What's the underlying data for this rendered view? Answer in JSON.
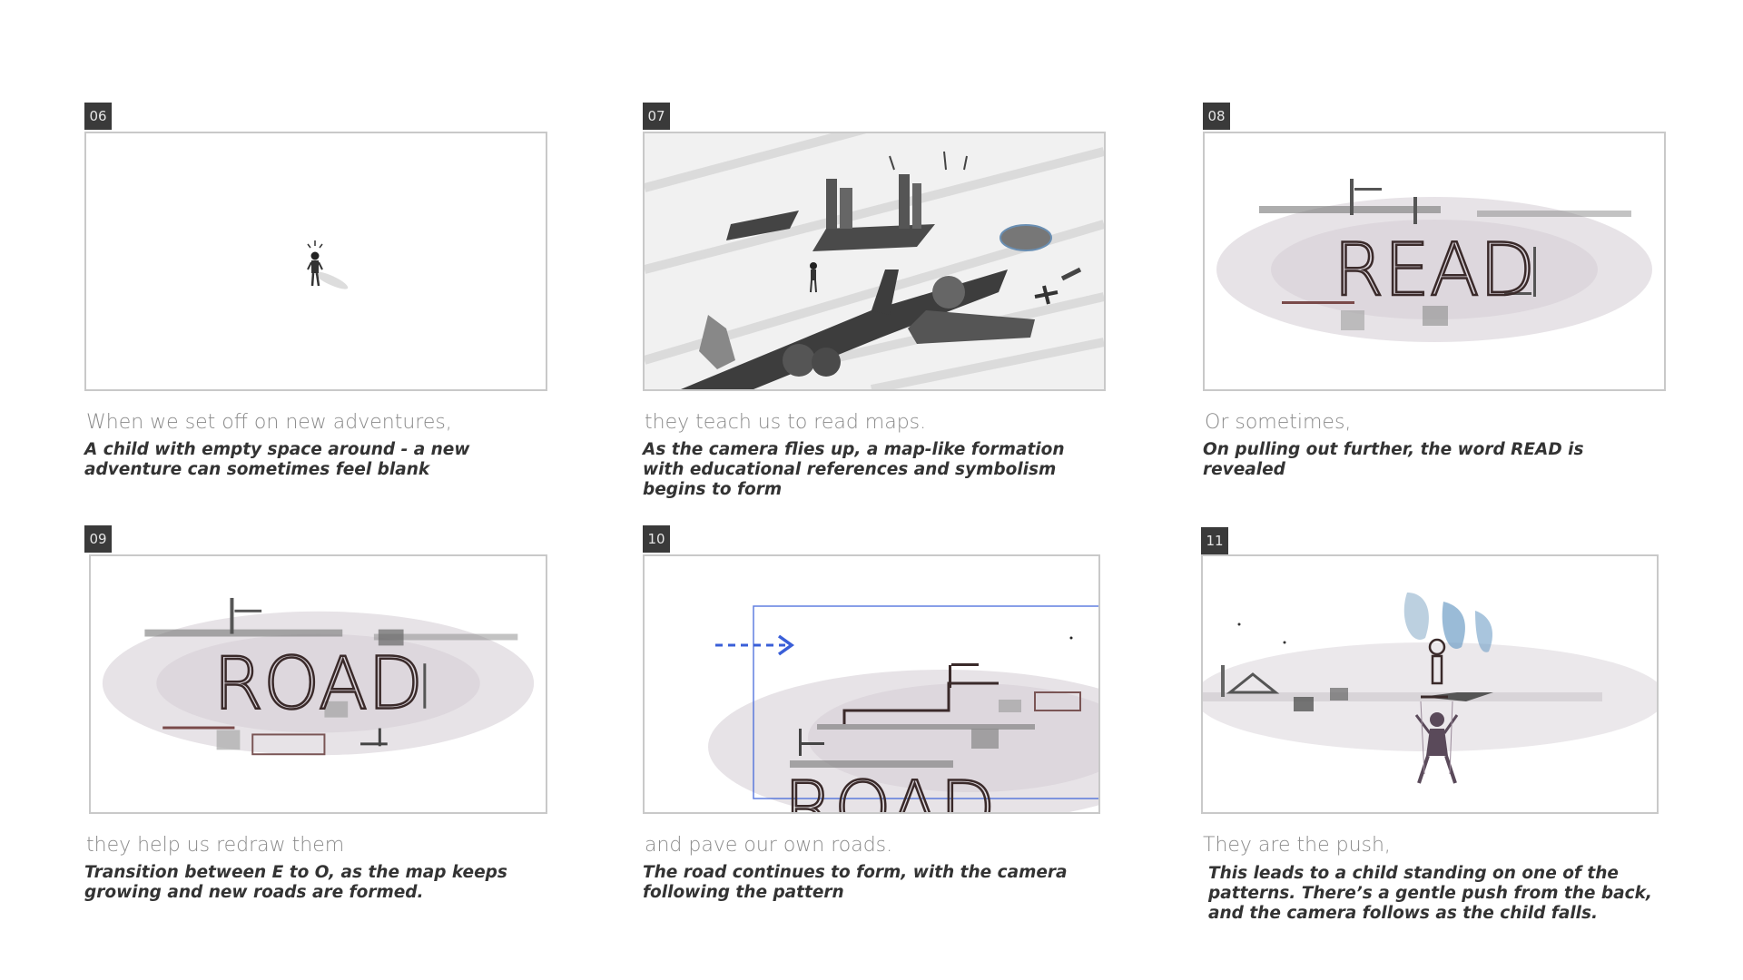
{
  "panels": [
    {
      "number": "06",
      "narration": "When we set off on new adventures,",
      "direction": "A child with empty space around - a new adventure can sometimes feel blank",
      "scene": "lone-child-on-blank-page"
    },
    {
      "number": "07",
      "narration": "they teach us to read maps.",
      "direction": "As the camera flies up, a map-like formation with educational references and symbolism begins to form",
      "scene": "map-formation-sketch"
    },
    {
      "number": "08",
      "narration": "Or sometimes,",
      "direction": "On pulling out further, the word READ is revealed",
      "scene": "read-word-sketch",
      "word": "READ"
    },
    {
      "number": "09",
      "narration": "they help us redraw them",
      "direction": "Transition between E to O, as the map keeps growing and new roads are formed.",
      "scene": "road-word-sketch",
      "word": "ROAD"
    },
    {
      "number": "10",
      "narration": "and pave our own roads.",
      "direction": "The road continues to form, with the camera following the pattern",
      "scene": "road-camera-pan-sketch",
      "word": "ROAD",
      "accent_color": "#3a5fd8"
    },
    {
      "number": "11",
      "narration": "They are the push,",
      "direction": "This leads to a child standing on one of the patterns. There’s a gentle push from the back, and the camera follows as the child falls.",
      "scene": "child-pushed-sketch"
    }
  ]
}
